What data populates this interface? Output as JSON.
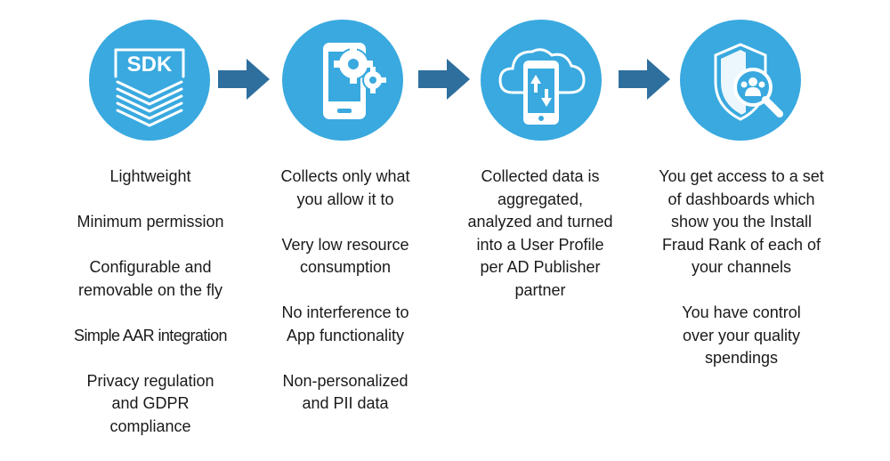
{
  "colors": {
    "circle": "#39a9df",
    "arrow": "#2e6f9e",
    "icon": "#ffffff"
  },
  "steps": [
    {
      "icon": "sdk-layers-icon",
      "icon_label": "SDK",
      "items": [
        "Lightweight",
        "Minimum permission",
        "Configurable and removable on the fly",
        "Simple AAR integration",
        "Privacy regulation and GDPR compliance"
      ]
    },
    {
      "icon": "phone-gears-icon",
      "items": [
        "Collects only what you allow it to",
        "Very low resource consumption",
        "No interference to App functionality",
        "Non-personalized and PII data"
      ]
    },
    {
      "icon": "cloud-phone-sync-icon",
      "items": [
        "Collected data is aggregated, analyzed and turned into a User Profile per AD Publisher partner"
      ]
    },
    {
      "icon": "shield-search-users-icon",
      "items": [
        "You get access to a set of dashboards which show you the Install Fraud Rank of each of your channels",
        "You have control over your quality spendings"
      ]
    }
  ]
}
